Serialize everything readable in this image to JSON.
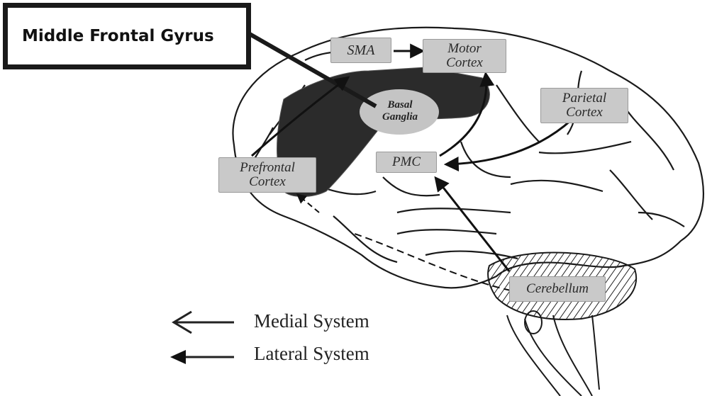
{
  "callout": {
    "label": "Middle Frontal Gyrus"
  },
  "regions": {
    "sma": {
      "label": "SMA"
    },
    "motor_cortex": {
      "line1": "Motor",
      "line2": "Cortex"
    },
    "basal_ganglia": {
      "line1": "Basal",
      "line2": "Ganglia"
    },
    "parietal_cortex": {
      "line1": "Parietal",
      "line2": "Cortex"
    },
    "prefrontal_cortex": {
      "line1": "Prefrontal",
      "line2": "Cortex"
    },
    "pmc": {
      "label": "PMC"
    },
    "cerebellum": {
      "label": "Cerebellum"
    }
  },
  "legend": {
    "medial": {
      "label": "Medial System",
      "arrow": "open-arrowhead"
    },
    "lateral": {
      "label": "Lateral System",
      "arrow": "filled-arrowhead"
    }
  },
  "colors": {
    "highlight": "#2b2b2b",
    "box_fill": "#c9c9c9",
    "ink": "#1a1a1a"
  }
}
